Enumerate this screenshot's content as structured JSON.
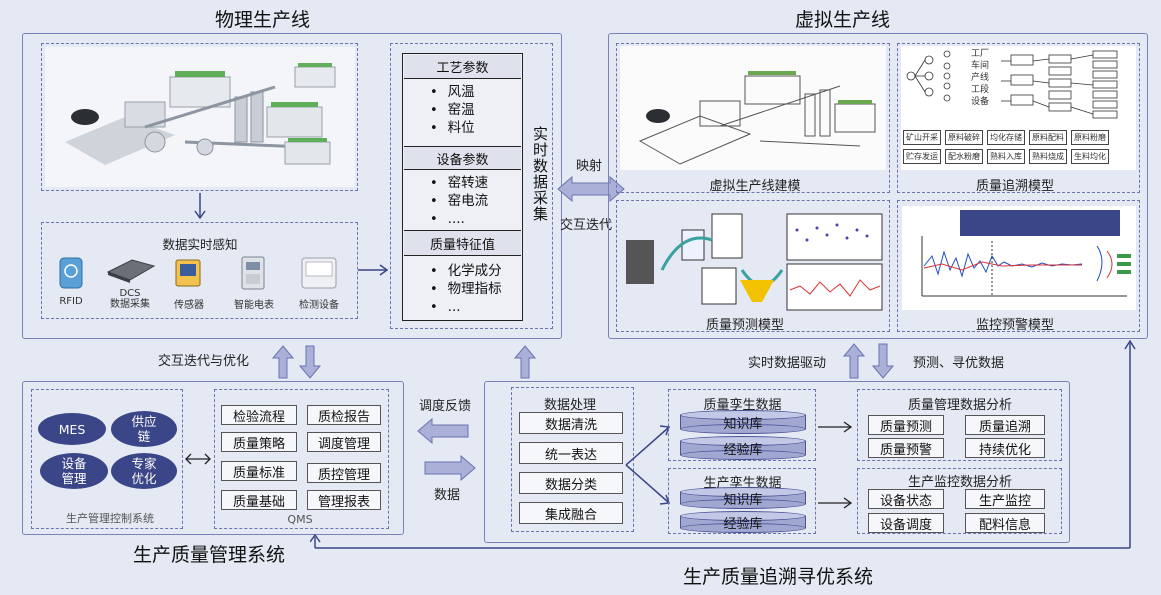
{
  "titles": {
    "physical_line": "物理生产线",
    "virtual_line": "虚拟生产线",
    "quality_mgmt_system": "生产质量管理系统",
    "trace_optimize_system": "生产质量追溯寻优系统"
  },
  "physical": {
    "perception_title": "数据实时感知",
    "devices": [
      {
        "label": "RFID",
        "icon": "rfid-card-icon"
      },
      {
        "label": "DCS\n数据采集",
        "icon": "dcs-device-icon"
      },
      {
        "label": "传感器",
        "icon": "sensor-icon"
      },
      {
        "label": "智能电表",
        "icon": "smart-meter-icon"
      },
      {
        "label": "检测设备",
        "icon": "inspection-device-icon"
      }
    ],
    "params": {
      "process_header": "工艺参数",
      "process_items": [
        "风温",
        "窑温",
        "料位"
      ],
      "equipment_header": "设备参数",
      "equipment_items": [
        "窑转速",
        "窑电流",
        "...."
      ],
      "quality_header": "质量特征值",
      "quality_items": [
        "化学成分",
        "物理指标",
        "..."
      ]
    },
    "collection_label": "实时数据采集"
  },
  "links": {
    "mapping": "映射",
    "interact_iterate": "交互迭代",
    "interact_iterate_optimize": "交互迭代与优化",
    "realtime_driven": "实时数据驱动",
    "predict_optimize_data": "预测、寻优数据",
    "dispatch_feedback": "调度反馈",
    "data": "数据"
  },
  "virtual": {
    "line_model": "虚拟生产线建模",
    "trace_model": "质量追溯模型",
    "predict_model": "质量预测模型",
    "monitor_model": "监控预警模型",
    "trace_tree_labels": [
      "工厂",
      "车间",
      "产线",
      "工段",
      "设备"
    ],
    "trace_process_row1": [
      "矿山开采",
      "原料破碎",
      "均化存储",
      "原料配料",
      "原料粉磨"
    ],
    "trace_process_row2": [
      "贮存发运",
      "配水粉磨",
      "熟料入库",
      "熟料烧成",
      "生料均化"
    ]
  },
  "qms": {
    "ovals": [
      "MES",
      "供应\n链",
      "设备\n管理",
      "专家\n优化"
    ],
    "control_label": "生产管理控制系统",
    "grid": [
      "检验流程",
      "质检报告",
      "质量策略",
      "调度管理",
      "质量标准",
      "质控管理",
      "质量基础",
      "管理报表"
    ],
    "qms_label": "QMS"
  },
  "trace": {
    "processing_title": "数据处理",
    "processing_steps": [
      "数据清洗",
      "统一表达",
      "数据分类",
      "集成融合"
    ],
    "twin1_title": "质量孪生数据",
    "twin2_title": "生产孪生数据",
    "knowledge": "知识库",
    "experience": "经验库",
    "qa_title": "质量管理数据分析",
    "qa_items": [
      "质量预测",
      "质量追溯",
      "质量预警",
      "持续优化"
    ],
    "pm_title": "生产监控数据分析",
    "pm_items": [
      "设备状态",
      "生产监控",
      "设备调度",
      "配料信息"
    ]
  },
  "colors": {
    "frame": "#6b73b0",
    "accent_navy": "#3b4688",
    "cylinder": "#a0a8d2",
    "fat_arrow": "#aab0d8"
  }
}
